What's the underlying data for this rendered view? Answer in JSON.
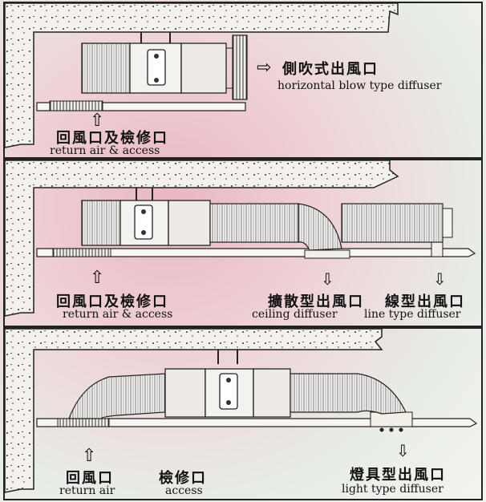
{
  "panel1": {
    "outlet_cn": "側吹式出風口",
    "outlet_en": "horizontal blow type diffuser",
    "return_cn": "回風口及檢修口",
    "return_en": "return air & access"
  },
  "panel2": {
    "return_cn": "回風口及檢修口",
    "return_en": "return air & access",
    "ceiling_cn": "擴散型出風口",
    "ceiling_en": "ceiling diffuser",
    "line_cn": "線型出風口",
    "line_en": "line type diffuser"
  },
  "panel3": {
    "return_cn": "回風口",
    "return_en": "return air",
    "access_cn": "檢修口",
    "access_en": "access",
    "light_cn": "燈具型出風口",
    "light_en": "light type diffuser"
  },
  "icons": [
    "hollow-arrow-right-icon",
    "hollow-arrow-up-icon",
    "hollow-arrow-down-icon"
  ],
  "colors": {
    "line": "#222222",
    "slab": "#f4f1ec",
    "pink": "#e9b7c0"
  }
}
